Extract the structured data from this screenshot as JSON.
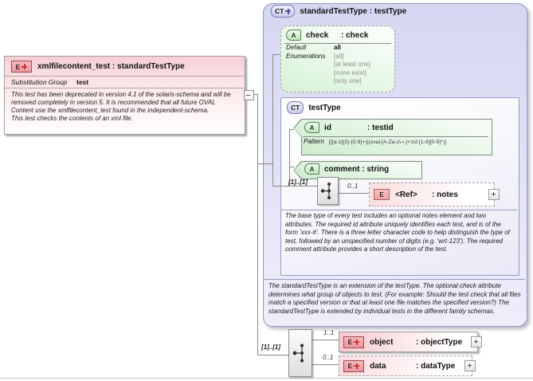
{
  "left_element": {
    "badge": "E",
    "title": "xmlfilecontent_test : standardTestType",
    "substitution_group_label": "Substitution Group",
    "substitution_group_value": "test",
    "description_1": "This test has been deprecated in version 4.1 of the solaris-schema and will be removed completely in version 5.  It is recommended that all future OVAL Content use the xmlfilecontent_test found in the independent-schema.",
    "description_2": "This test checks the contents of an xml file."
  },
  "standard_test_type": {
    "badge": "CT",
    "title": "standardTestType : testType",
    "check_attribute": {
      "badge": "A",
      "name": "check",
      "type": ": check",
      "default_label": "Default",
      "default_value": "all",
      "enumerations_label": "Enumerations",
      "enumerations": [
        "[all]",
        "[at least one]",
        "[none exist]",
        "[only one]"
      ]
    },
    "test_type": {
      "badge": "CT",
      "title": "testType",
      "id_attribute": {
        "badge": "A",
        "name": "id",
        "type": ": testid",
        "pattern_label": "Pattern",
        "pattern": "[([a-z]{3}-[0-9]+)|(oval:[A-Za-z\\-\\.]+:tst:[1-9][0-9]*)]"
      },
      "comment_attribute": {
        "badge": "A",
        "name": "comment",
        "type": ": string"
      },
      "sequence_cardinality": "[1]..[1]",
      "notes_element": {
        "cardinality": "0..1",
        "badge": "E",
        "name": "<Ref>",
        "type": ": notes"
      },
      "annotation": "The base type of every test includes an optional notes element and two attributes.  The required id attribute uniquely identifies each test, and is of the form 'xxx-#'.  There is a three letter character code to help distinguish the type of test, followed by an unspecified number of digits (e.g. 'wrt-123').  The required comment attribute provides a short description of the test."
    },
    "annotation": "The standardTestType is an extension of the testType.  The optional check attribute determines what group of objects to test.  (For example: Should the test check that all files match a specified version or that at least one file matches the specified version?)  The standardTestType is extended by individual tests in the different family schemas."
  },
  "content_model": {
    "sequence_cardinality": "[1]..[1]",
    "object_element": {
      "cardinality": "1..1",
      "badge": "E",
      "name": "object",
      "type": ": objectType"
    },
    "data_element": {
      "cardinality": "0..1",
      "badge": "E",
      "name": "data",
      "type": ": dataType"
    }
  },
  "colors": {
    "element_accent": "#f6c9ce",
    "attribute_accent": "#cfeccf",
    "complex_type_accent": "#d6d6f2"
  }
}
